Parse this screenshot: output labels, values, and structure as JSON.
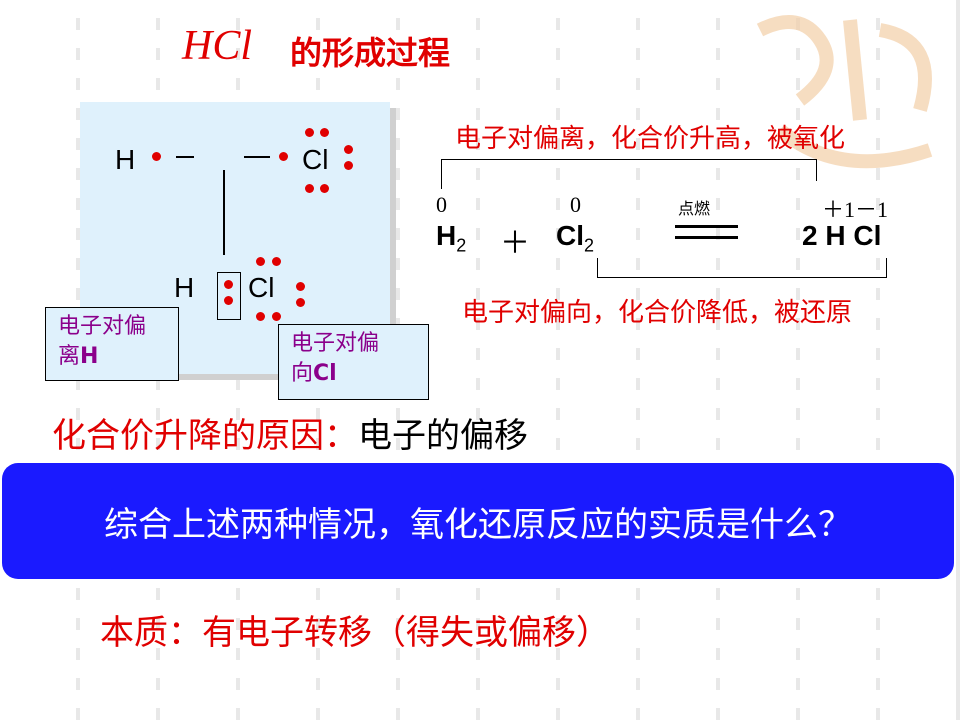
{
  "title": {
    "formula": "HCl",
    "text": "的形成过程"
  },
  "diagram": {
    "h": "H",
    "cl": "Cl",
    "h2": "H",
    "cl2": "Cl",
    "box_left_line1": "电子对偏",
    "box_left_line2": "离",
    "box_left_el": "H",
    "box_right_line1": "电子对偏",
    "box_right_line2": "向",
    "box_right_el": "Cl"
  },
  "equation": {
    "top_note": "电子对偏离，化合价升高，被氧化",
    "bottom_note": "电子对偏向，化合价降低，被还原",
    "ox_h2": "0",
    "ox_cl2": "0",
    "ox_hcl": "＋1－1",
    "h2": "H",
    "h2_sub": "2",
    "plus": "＋",
    "cl2": "Cl",
    "cl2_sub": "2",
    "condition": "点燃",
    "product": "2 H  Cl"
  },
  "reason": {
    "label": "化合价升降的原因：",
    "value": "电子的偏移"
  },
  "question": "综合上述两种情况，氧化还原反应的实质是什么？",
  "answer": "本质：有电子转移（得失或偏移）"
}
